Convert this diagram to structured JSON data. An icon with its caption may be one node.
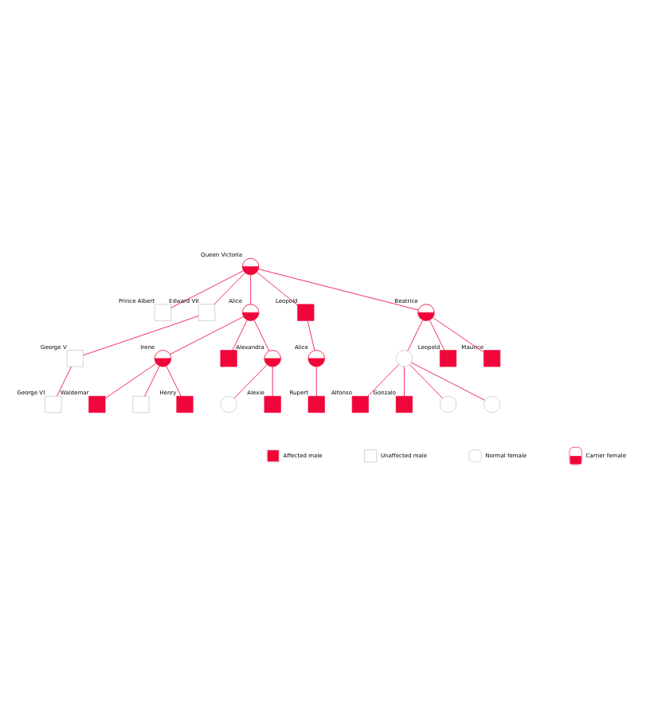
{
  "diagram": {
    "nodes": [
      {
        "text": [
          "Queen Victoria"
        ]
      },
      {
        "text": [
          "Prince Albert"
        ]
      },
      {
        "text": [
          "Edward VII"
        ]
      },
      {
        "text": [
          "Alice"
        ]
      },
      {
        "text": [
          "Leopold"
        ]
      },
      {
        "text": [
          "Beatrice"
        ]
      },
      {
        "text": [
          "George V"
        ]
      },
      {
        "text": [
          "Alice"
        ]
      },
      {
        "text": [
          "Irene"
        ]
      },
      {
        "text": [],
        "shape": "box"
      },
      {
        "text": [
          "Alexandra"
        ]
      },
      {
        "text": [],
        "shape": "circle"
      },
      {
        "text": [
          "Leopold"
        ]
      },
      {
        "text": [
          "Maurice"
        ]
      },
      {
        "text": [
          "George VI"
        ]
      },
      {
        "text": [],
        "shape": "circle"
      },
      {
        "text": [
          "Alexie"
        ]
      },
      {
        "text": [
          "Rupert"
        ]
      },
      {
        "text": [
          "Waldemar"
        ]
      },
      {
        "text": [],
        "shape": "box"
      },
      {
        "text": [
          "Henry"
        ]
      },
      {
        "text": [
          "Alfonso"
        ]
      },
      {
        "text": [
          "Gonzalo"
        ]
      },
      {
        "text": [],
        "shape": "circle"
      },
      {
        "text": [],
        "shape": "circle"
      }
    ],
    "edges": [
      {
        "from": 0,
        "to": 1,
        "arrow": "none"
      },
      {
        "from": 0,
        "to": 2,
        "arrow": "none"
      },
      {
        "from": 0,
        "to": 3,
        "arrow": "none"
      },
      {
        "from": 0,
        "to": 4,
        "arrow": "none"
      },
      {
        "from": 0,
        "to": 5,
        "arrow": "none"
      },
      {
        "from": 2,
        "to": 6,
        "arrow": "none"
      },
      {
        "from": 3,
        "to": 8,
        "arrow": "none"
      },
      {
        "from": 3,
        "to": 9,
        "arrow": "none"
      },
      {
        "from": 3,
        "to": 10,
        "arrow": "none"
      },
      {
        "from": 4,
        "to": 7,
        "arrow": "none"
      },
      {
        "from": 5,
        "to": 11,
        "arrow": "none"
      },
      {
        "from": 5,
        "to": 12,
        "arrow": "none"
      },
      {
        "from": 5,
        "to": 13,
        "arrow": "none"
      },
      {
        "from": 6,
        "to": 14,
        "arrow": "none"
      },
      {
        "from": 10,
        "to": 15,
        "arrow": "none"
      },
      {
        "from": 10,
        "to": 16,
        "arrow": "none"
      },
      {
        "from": 7,
        "to": 17,
        "arrow": "none"
      },
      {
        "from": 8,
        "to": 18,
        "arrow": "none"
      },
      {
        "from": 8,
        "to": 19,
        "arrow": "none"
      },
      {
        "from": 8,
        "to": 20,
        "arrow": "none"
      },
      {
        "from": 11,
        "to": 21,
        "arrow": "none"
      },
      {
        "from": 11,
        "to": 22,
        "arrow": "none"
      },
      {
        "from": 11,
        "to": 23,
        "arrow": "none"
      },
      {
        "from": 11,
        "to": 24,
        "arrow": "none"
      }
    ],
    "legend": [
      {
        "text": "Affected male",
        "color": "#f0063a"
      },
      {
        "text": "Unaffected male",
        "color": "#ffffff"
      },
      {
        "text": "Normal female",
        "color": "#ffffff"
      },
      {
        "text": "Carrier female"
      }
    ]
  }
}
